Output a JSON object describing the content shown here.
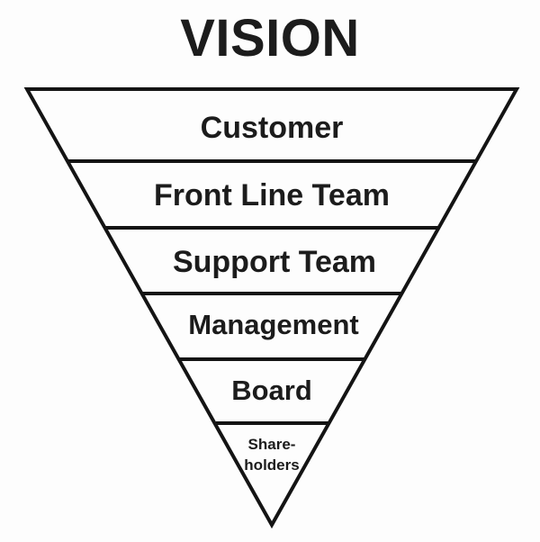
{
  "title": "VISION",
  "levels": [
    {
      "label": "Customer"
    },
    {
      "label": "Front Line Team"
    },
    {
      "label": "Support Team"
    },
    {
      "label": "Management"
    },
    {
      "label": "Board"
    },
    {
      "label_lines": [
        "Share-",
        "holders"
      ]
    }
  ],
  "colors": {
    "stroke": "#141414",
    "text": "#1c1c1c",
    "background": "#fdfdfd"
  }
}
